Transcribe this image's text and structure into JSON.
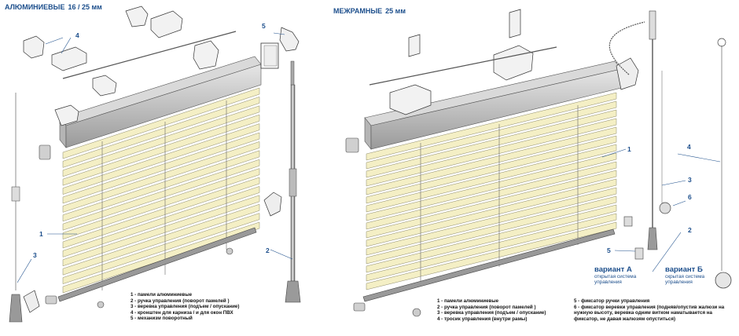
{
  "left": {
    "title": "АЛЮМИНИЕВЫЕ",
    "size": "16 / 25 мм",
    "callouts": [
      "1",
      "2",
      "3",
      "4",
      "5"
    ],
    "legend": [
      "1 - памели алюминиевые",
      "2 - ручка управления (поворот памелей )",
      "3 - веревка управления (подъем / опускание)",
      "4 - кронштен для карниза / и для окон ПВХ",
      "5 - механизм поворотный"
    ]
  },
  "right": {
    "title": "МЕЖРАМНЫЕ",
    "size": "25 мм",
    "callouts": [
      "1",
      "2",
      "3",
      "4",
      "5",
      "6"
    ],
    "legend_a": [
      "1 - памели алюминиевые",
      "2 - ручка управления (поворот памелей )",
      "3 - веревка управления (подъем / опускание)",
      "4 - тросик управления (внутри рамы)"
    ],
    "legend_b": [
      "5 - фиксатор ручки управления",
      "6 - фиксатор веревки управления (подняв/опустив жалюзи на",
      "нужную высоту, веревка одним витком наматывается на",
      "фиксатор, не давая жалюзям опуститься)"
    ],
    "variant_a": {
      "title": "вариант А",
      "desc": "открытая система управления"
    },
    "variant_b": {
      "title": "вариант Б",
      "desc": "скрытая система управления"
    }
  },
  "colors": {
    "accent": "#1d4f8c",
    "slat": "#f4efc5",
    "rail": "#c8c8c8"
  }
}
